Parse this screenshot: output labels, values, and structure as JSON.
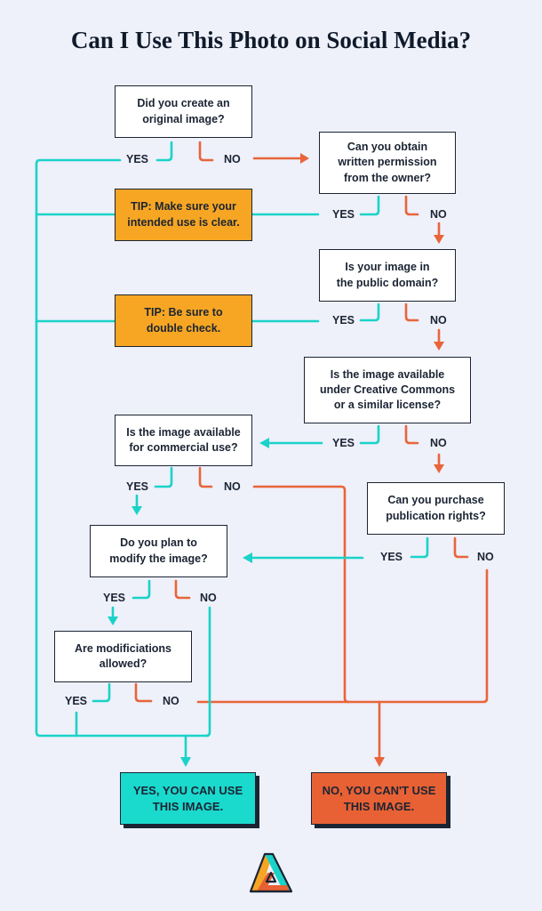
{
  "title": "Can I Use This Photo on Social Media?",
  "colors": {
    "background": "#eef0fa",
    "yes_line": "#1ad3c8",
    "no_line": "#e8653a",
    "tip": "#f6a623",
    "yes_result": "#1ad9cd",
    "no_result": "#e86134"
  },
  "boxes": {
    "q1": "Did you create an\noriginal image?",
    "q2": "Can you obtain\nwritten permission\nfrom the owner?",
    "q3": "Is your image in\nthe public domain?",
    "q4": "Is the image available\nunder Creative Commons\nor a similar license?",
    "q5": "Is the image available\nfor commercial use?",
    "q6": "Can you purchase\npublication rights?",
    "q7": "Do you plan to\nmodify the image?",
    "q8": "Are modificiations\nallowed?",
    "tip1": "TIP: Make sure your\nintended use is clear.",
    "tip2": "TIP: Be sure to\ndouble check.",
    "result_yes": "YES, YOU CAN USE\nTHIS IMAGE.",
    "result_no": "NO, YOU CAN'T USE\nTHIS IMAGE."
  },
  "labels": {
    "yes": "YES",
    "no": "NO"
  },
  "logo_icon": "triangle-logo-icon"
}
